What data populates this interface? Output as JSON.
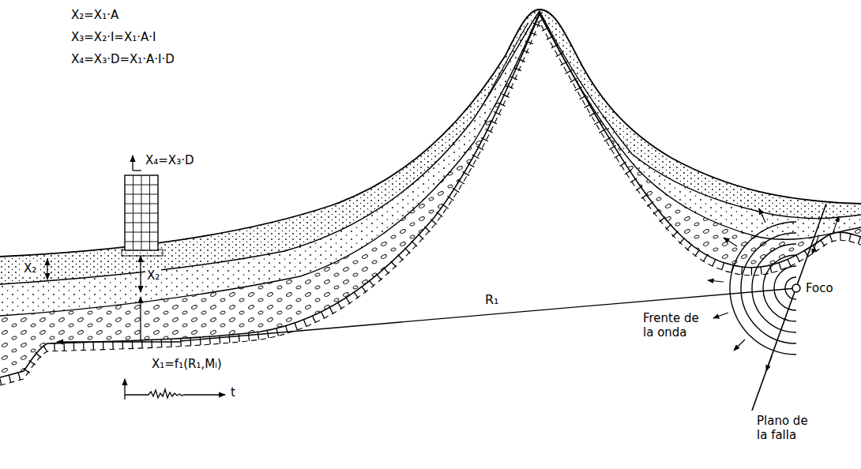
{
  "diagram": {
    "labels": [
      "X₂=X₁·A",
      "X₃=X₂·I=X₁·A·I",
      "X₄=X₃·D=X₁·A·I·D",
      "X₄=X₃·D",
      "X₂",
      "X₂",
      "R₁",
      "X₁=f₁(R₁,Mₗ)",
      "t",
      "Frente de la onda",
      "Foco",
      "Plano de la falla"
    ]
  }
}
